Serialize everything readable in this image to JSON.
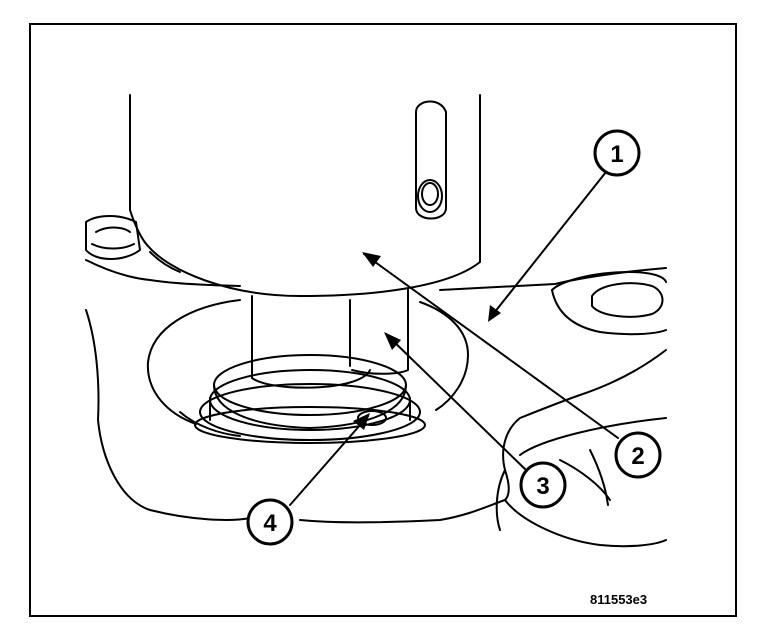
{
  "figure": {
    "id_code": "811553e3"
  },
  "callouts": [
    {
      "label": "1"
    },
    {
      "label": "2"
    },
    {
      "label": "3"
    },
    {
      "label": "4"
    }
  ],
  "colors": {
    "line": "#000000",
    "background": "#ffffff"
  }
}
